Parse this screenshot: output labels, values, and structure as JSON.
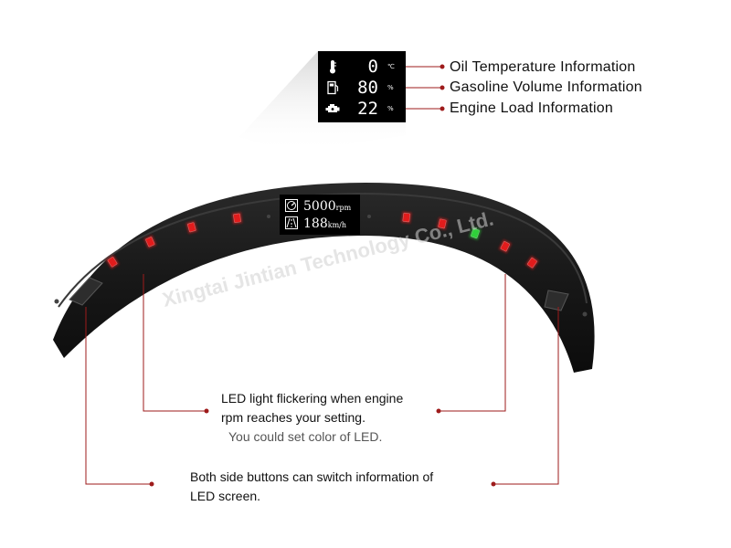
{
  "oled_panel": {
    "rows": [
      {
        "icon": "thermometer-icon",
        "value": "0",
        "unit": "℃"
      },
      {
        "icon": "fuel-pump-icon",
        "value": "80",
        "unit": "%"
      },
      {
        "icon": "engine-icon",
        "value": "22",
        "unit": "%"
      }
    ]
  },
  "labels": {
    "oil": "Oil Temperature Information",
    "gasoline": "Gasoline Volume Information",
    "engine": "Engine Load Information"
  },
  "wheel_screen": {
    "rpm_value": "5000",
    "rpm_unit": "rpm",
    "speed_value": "188",
    "speed_unit": "km/h"
  },
  "watermark": "Xingtai Jintian Technology Co., Ltd.",
  "descriptions": {
    "led_line1": "LED light flickering when engine",
    "led_line2": "rpm reaches your setting.",
    "led_sub": "You could set color of LED.",
    "buttons_line1": "Both side buttons can switch information of",
    "buttons_line2": "LED screen."
  },
  "colors": {
    "callout": "#9e1b1b",
    "led_green": "#2fd13a",
    "led_yellow": "#d8e05a",
    "led_red": "#e21c1c",
    "wheel": "#1b1b1b"
  }
}
